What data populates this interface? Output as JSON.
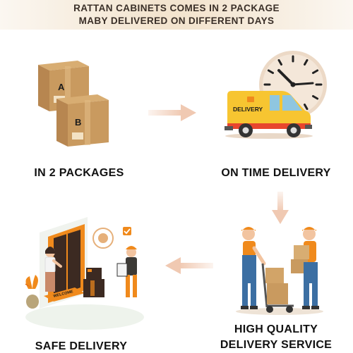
{
  "banner": {
    "line1": "RATTAN CABINETS COMES IN 2 PACKAGE",
    "line2": "MABY DELIVERED ON DIFFERENT DAYS"
  },
  "steps": {
    "packages": {
      "label": "IN 2 PACKAGES",
      "box_a": "A",
      "box_b": "B"
    },
    "on_time": {
      "label": "ON TIME DELIVERY",
      "van_text": "DELIVERY"
    },
    "high_quality": {
      "label_line1": "HIGH QUALITY",
      "label_line2": "DELIVERY SERVICE"
    },
    "safe": {
      "label": "SAFE DELIVERY",
      "mat_text": "WELCOME"
    }
  },
  "colors": {
    "arrow": "#f0c9b2",
    "box": "#c89a5e",
    "van": "#f7c531",
    "accent_orange": "#f08a1c"
  },
  "icons": [
    "box-icon",
    "clock-icon",
    "van-icon",
    "arrow-right-icon",
    "arrow-down-icon",
    "arrow-left-icon",
    "movers-icon",
    "door-icon",
    "courier-icon"
  ]
}
